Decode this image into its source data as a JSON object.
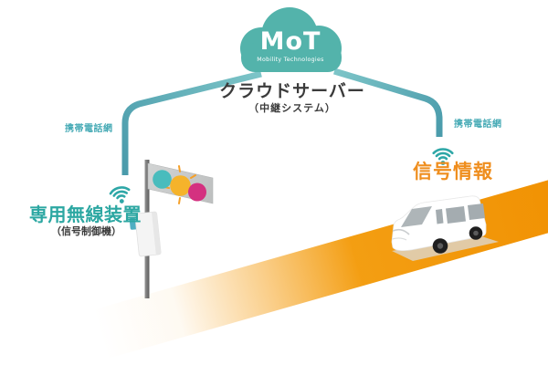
{
  "cloud": {
    "logo": "MoT",
    "tagline": "Mobility Technologies"
  },
  "server": {
    "title": "クラウドサーバー",
    "subtitle": "（中継システム）"
  },
  "left_branch": {
    "network_label": "携帯電話網",
    "device_label": "専用無線装置",
    "device_sublabel": "（信号制御機）"
  },
  "right_branch": {
    "network_label": "携帯電話網",
    "signal_label": "信号情報"
  },
  "icons": {
    "cloud": "mot-cloud-logo",
    "left_wifi": "wifi-signal-icon",
    "right_wifi": "wifi-signal-icon",
    "traffic_light": "traffic-light-icon",
    "controller": "signal-controller-box-icon",
    "vehicle": "van-icon",
    "road": "road-shape"
  },
  "colors": {
    "teal_brand": "#53B3AB",
    "teal_line": "#4A9BAB",
    "teal_text": "#2CA7A2",
    "orange_text": "#EF8E1E",
    "road_orange": "#F39800",
    "signal_teal": "#49BCBD",
    "signal_amber": "#F5B32B",
    "signal_magenta": "#D43180",
    "text_dark": "#3B3B3B"
  }
}
